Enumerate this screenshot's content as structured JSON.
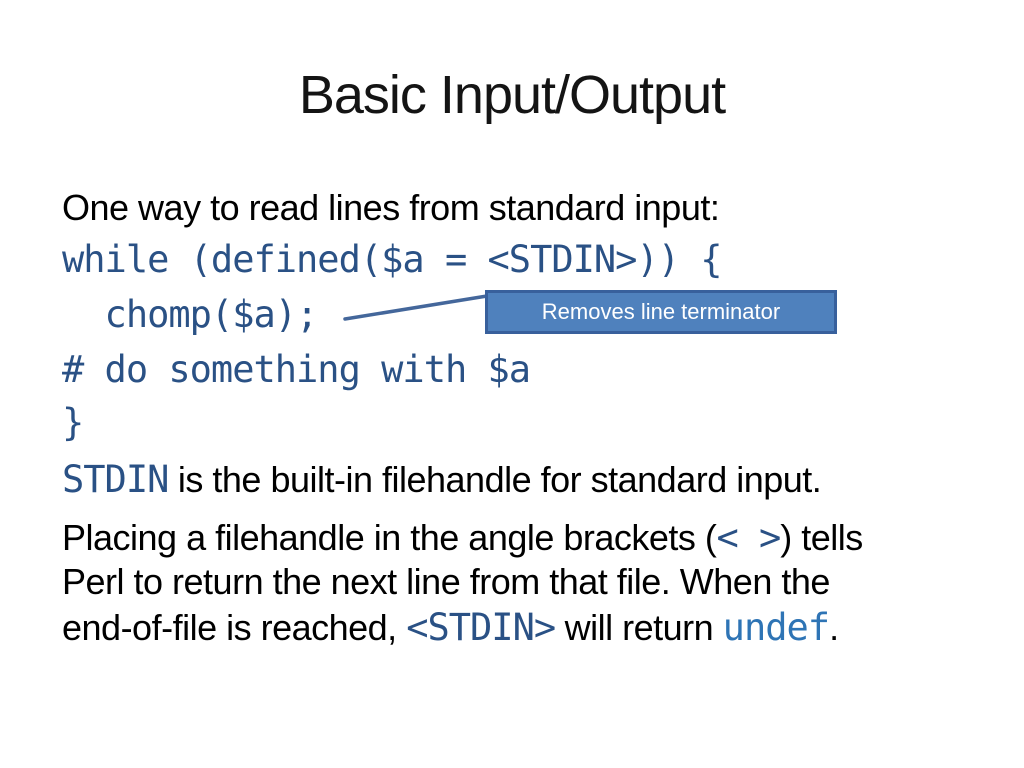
{
  "slide": {
    "title": "Basic Input/Output",
    "colors": {
      "background": "#ffffff",
      "title_text": "#141414",
      "body_text": "#000000",
      "code_text": "#2A5185",
      "undef_text": "#2E74B5",
      "callout_fill": "#4F81BD",
      "callout_border": "#38609C",
      "callout_text_color": "#ffffff",
      "connector": "#44679B"
    },
    "callout": {
      "label": "Removes line terminator"
    },
    "lines": [
      {
        "segments": [
          {
            "style": "body",
            "text": "One way to read lines from standard input:"
          }
        ]
      },
      {
        "segments": [
          {
            "style": "code",
            "text": "while (defined($a = <STDIN>)) {"
          }
        ]
      },
      {
        "segments": [
          {
            "style": "code",
            "text": "  chomp($a);"
          }
        ]
      },
      {
        "segments": [
          {
            "style": "code",
            "text": "# do something with $a"
          }
        ]
      },
      {
        "segments": [
          {
            "style": "code",
            "text": "}"
          }
        ]
      },
      {
        "segments": [
          {
            "style": "code",
            "text": "STDIN"
          },
          {
            "style": "body",
            "text": " is the built-in filehandle for standard input."
          }
        ]
      },
      {
        "segments": [
          {
            "style": "body",
            "text": "Placing a filehandle in the angle brackets ("
          },
          {
            "style": "code",
            "text": "< >"
          },
          {
            "style": "body",
            "text": ") tells"
          }
        ]
      },
      {
        "segments": [
          {
            "style": "body",
            "text": "Perl to return the next line from that file. When the"
          }
        ]
      },
      {
        "segments": [
          {
            "style": "body",
            "text": "end-of-file is reached, "
          },
          {
            "style": "code",
            "text": "<STDIN>"
          },
          {
            "style": "body",
            "text": " will return "
          },
          {
            "style": "undef",
            "text": "undef"
          },
          {
            "style": "body",
            "text": "."
          }
        ]
      }
    ]
  }
}
